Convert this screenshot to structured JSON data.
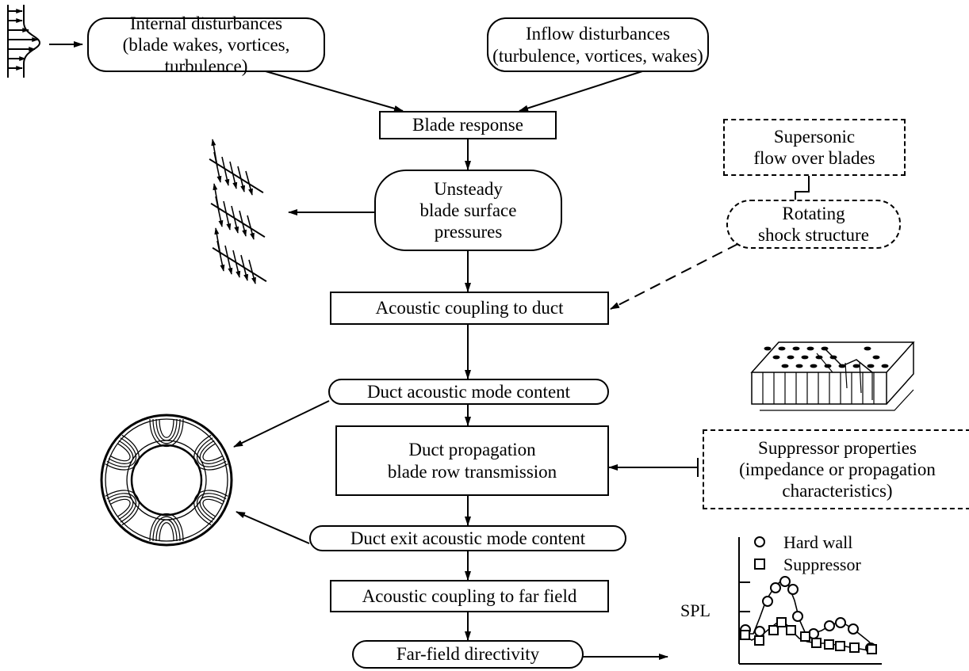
{
  "nodes": {
    "internal_disturbances": {
      "line1": "Internal disturbances",
      "line2": "(blade wakes, vortices, turbulence)"
    },
    "inflow_disturbances": {
      "line1": "Inflow disturbances",
      "line2": "(turbulence, vortices, wakes)"
    },
    "blade_response": {
      "label": "Blade response"
    },
    "unsteady_pressures": {
      "line1": "Unsteady",
      "line2": "blade surface",
      "line3": "pressures"
    },
    "supersonic_flow": {
      "line1": "Supersonic",
      "line2": "flow over blades"
    },
    "rotating_shock": {
      "line1": "Rotating",
      "line2": "shock structure"
    },
    "acoustic_coupling_duct": {
      "label": "Acoustic coupling to duct"
    },
    "duct_mode_content": {
      "label": "Duct acoustic mode content"
    },
    "duct_propagation": {
      "line1": "Duct propagation",
      "line2": "blade row transmission"
    },
    "suppressor_properties": {
      "line1": "Suppressor properties",
      "line2": "(impedance or propagation",
      "line3": "characteristics)"
    },
    "duct_exit_mode_content": {
      "label": "Duct exit acoustic mode content"
    },
    "acoustic_coupling_far": {
      "label": "Acoustic coupling to far field"
    },
    "far_field_directivity": {
      "label": "Far-field directivity"
    }
  },
  "spl_chart": {
    "ylabel": "SPL",
    "legend": [
      {
        "label": "Hard wall",
        "marker": "circle"
      },
      {
        "label": "Suppressor",
        "marker": "square"
      }
    ]
  },
  "colors": {
    "ink": "#000000",
    "background": "#ffffff"
  }
}
